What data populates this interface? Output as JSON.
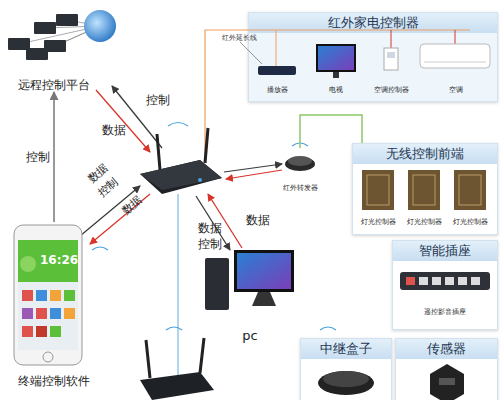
{
  "diagram": {
    "nodes": [
      {
        "text": [
          "远程控制平台"
        ]
      },
      {
        "text": [
          "红外家电控制器"
        ]
      },
      {
        "text": [
          "播放器"
        ],
        "in": 1
      },
      {
        "text": [
          "电视"
        ],
        "in": 1
      },
      {
        "text": [
          "空调控制器"
        ],
        "in": 1
      },
      {
        "text": [
          "空调"
        ],
        "in": 1
      },
      {
        "text": [
          "无线控制前端"
        ]
      },
      {
        "text": [
          "灯光控制器"
        ],
        "in": 6
      },
      {
        "text": [
          "灯光控制器"
        ],
        "in": 6
      },
      {
        "text": [
          "灯光控制器"
        ],
        "in": 6
      },
      {
        "text": [
          "智能插座"
        ]
      },
      {
        "text": [
          "遥控影音插座"
        ],
        "in": 10
      },
      {
        "text": [
          "中继盒子"
        ]
      },
      {
        "text": [
          "传感器"
        ]
      },
      {
        "text": [
          "红外转发器"
        ]
      },
      {
        "text": [
          "pc"
        ]
      },
      {
        "text": [
          "终端控制软件"
        ]
      }
    ],
    "edges": [
      {
        "from": 16,
        "to": 0,
        "label": "控制",
        "arrow": "to"
      },
      {
        "from": 14,
        "to": 6,
        "arrow": "none"
      }
    ],
    "labels": [
      "红外延长线",
      "控制",
      "数据",
      "数据",
      "控制",
      "数据",
      "数据",
      "控制",
      "数据",
      "16:26"
    ]
  }
}
